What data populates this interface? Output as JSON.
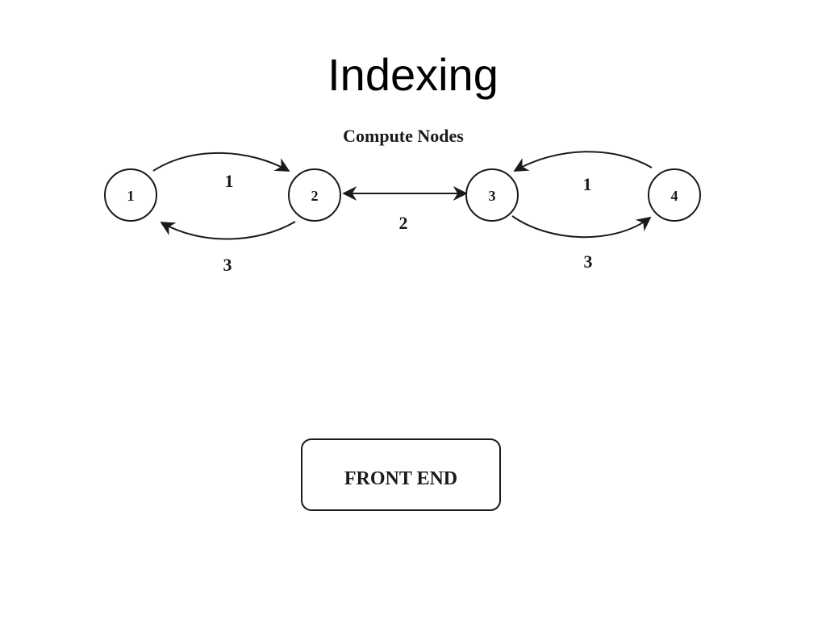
{
  "slide": {
    "title": "Indexing"
  },
  "diagram": {
    "group_label": "Compute Nodes",
    "nodes": [
      {
        "id": "1",
        "label": "1"
      },
      {
        "id": "2",
        "label": "2"
      },
      {
        "id": "3",
        "label": "3"
      },
      {
        "id": "4",
        "label": "4"
      }
    ],
    "edges": [
      {
        "from": "1",
        "to": "2",
        "label": "1"
      },
      {
        "from": "2",
        "to": "1",
        "label": "3"
      },
      {
        "from": "2",
        "to": "3",
        "label": "2",
        "bidirectional": true
      },
      {
        "from": "4",
        "to": "3",
        "label": "1"
      },
      {
        "from": "3",
        "to": "4",
        "label": "3"
      }
    ],
    "front_end_label": "FRONT END"
  }
}
